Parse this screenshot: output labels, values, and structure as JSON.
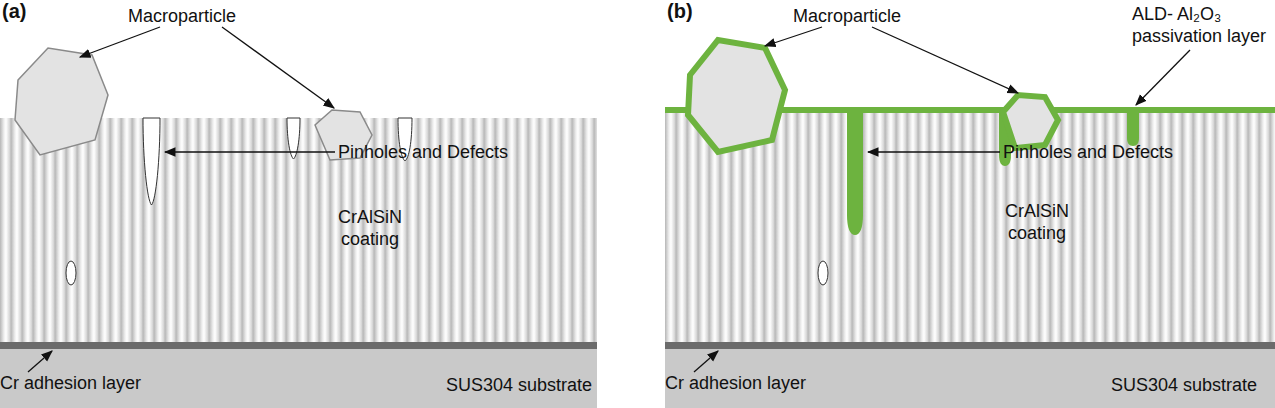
{
  "diagram": {
    "nodes": [
      {
        "text": [
          "CrAlSiN coating"
        ]
      },
      {
        "text": [
          "SUS304 substrate"
        ]
      },
      {
        "text": [
          "CrAlSiN coating"
        ]
      },
      {
        "text": [
          "SUS304 substrate"
        ]
      }
    ],
    "labels": [
      "(a)",
      "Macroparticle",
      "Pinholes and Defects",
      "Cr adhesion layer",
      "(b)",
      "Macroparticle",
      "ALD- Al₂O₃ passivation layer",
      "Pinholes and Defects",
      "Cr adhesion layer"
    ]
  }
}
